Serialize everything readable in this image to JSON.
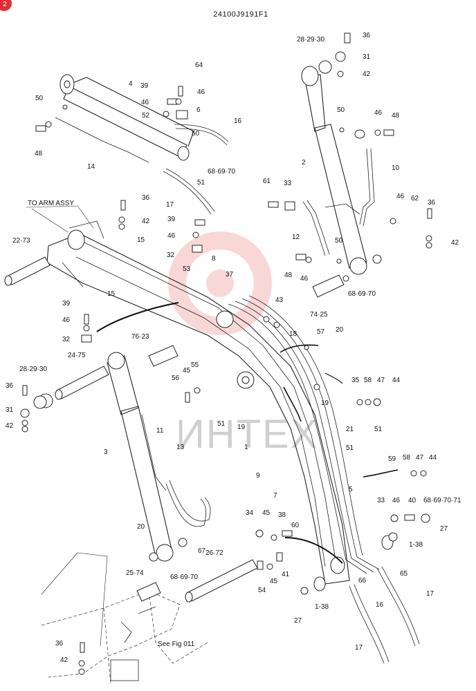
{
  "drawing_number": "24100J9191F1",
  "corner_badge": "2",
  "watermark": "ИНТЕХ",
  "watermark_color": "#f4b7b7",
  "note_to_arm": "TO ARM ASSY",
  "note_see_fig": "See Fig 011",
  "callouts": [
    {
      "id": "c1",
      "text": "28·29·30"
    },
    {
      "id": "c2",
      "text": "36"
    },
    {
      "id": "c3",
      "text": "31"
    },
    {
      "id": "c4",
      "text": "42"
    },
    {
      "id": "c5",
      "text": "4"
    },
    {
      "id": "c6",
      "text": "64"
    },
    {
      "id": "c7",
      "text": "39"
    },
    {
      "id": "c8",
      "text": "46"
    },
    {
      "id": "c9",
      "text": "50"
    },
    {
      "id": "c10",
      "text": "46"
    },
    {
      "id": "c11",
      "text": "6"
    },
    {
      "id": "c12",
      "text": "52"
    },
    {
      "id": "c13",
      "text": "16"
    },
    {
      "id": "c14",
      "text": "50"
    },
    {
      "id": "c15",
      "text": "48"
    },
    {
      "id": "c16",
      "text": "14"
    },
    {
      "id": "c17",
      "text": "68·69·70"
    },
    {
      "id": "c18",
      "text": "51"
    },
    {
      "id": "c19",
      "text": "17"
    },
    {
      "id": "c20",
      "text": "2"
    },
    {
      "id": "c21",
      "text": "50"
    },
    {
      "id": "c22",
      "text": "46"
    },
    {
      "id": "c23",
      "text": "48"
    },
    {
      "id": "c24",
      "text": "10"
    },
    {
      "id": "c25",
      "text": "61"
    },
    {
      "id": "c26",
      "text": "33"
    },
    {
      "id": "c27",
      "text": "46"
    },
    {
      "id": "c28",
      "text": "62"
    },
    {
      "id": "c29",
      "text": "36"
    },
    {
      "id": "c30",
      "text": "12"
    },
    {
      "id": "c31",
      "text": "42"
    },
    {
      "id": "c32",
      "text": "50"
    },
    {
      "id": "c33",
      "text": "48"
    },
    {
      "id": "c34",
      "text": "46"
    },
    {
      "id": "c35",
      "text": "68·69·70"
    },
    {
      "id": "c36",
      "text": "36"
    },
    {
      "id": "c37",
      "text": "42"
    },
    {
      "id": "c38",
      "text": "22·73"
    },
    {
      "id": "c39",
      "text": "15"
    },
    {
      "id": "c40",
      "text": "39"
    },
    {
      "id": "c41",
      "text": "46"
    },
    {
      "id": "c42",
      "text": "32"
    },
    {
      "id": "c43",
      "text": "53"
    },
    {
      "id": "c44",
      "text": "8"
    },
    {
      "id": "c45",
      "text": "37"
    },
    {
      "id": "c46",
      "text": "15"
    },
    {
      "id": "c47",
      "text": "43"
    },
    {
      "id": "c48",
      "text": "74·25"
    },
    {
      "id": "c49",
      "text": "20"
    },
    {
      "id": "c50",
      "text": "39"
    },
    {
      "id": "c51",
      "text": "46"
    },
    {
      "id": "c52",
      "text": "32"
    },
    {
      "id": "c53",
      "text": "76·23"
    },
    {
      "id": "c54",
      "text": "18"
    },
    {
      "id": "c55",
      "text": "57"
    },
    {
      "id": "c56",
      "text": "28·29·30"
    },
    {
      "id": "c57",
      "text": "24·75"
    },
    {
      "id": "c58",
      "text": "55"
    },
    {
      "id": "c59",
      "text": "45"
    },
    {
      "id": "c60",
      "text": "56"
    },
    {
      "id": "c61",
      "text": "19"
    },
    {
      "id": "c62",
      "text": "35"
    },
    {
      "id": "c63",
      "text": "58"
    },
    {
      "id": "c64",
      "text": "47"
    },
    {
      "id": "c65",
      "text": "44"
    },
    {
      "id": "c66",
      "text": "36"
    },
    {
      "id": "c67",
      "text": "31"
    },
    {
      "id": "c68",
      "text": "42"
    },
    {
      "id": "c69",
      "text": "51"
    },
    {
      "id": "c70",
      "text": "19"
    },
    {
      "id": "c71",
      "text": "51"
    },
    {
      "id": "c72",
      "text": "11"
    },
    {
      "id": "c73",
      "text": "3"
    },
    {
      "id": "c74",
      "text": "13"
    },
    {
      "id": "c75",
      "text": "1"
    },
    {
      "id": "c76",
      "text": "21"
    },
    {
      "id": "c77",
      "text": "51"
    },
    {
      "id": "c78",
      "text": "9"
    },
    {
      "id": "c79",
      "text": "59"
    },
    {
      "id": "c80",
      "text": "58"
    },
    {
      "id": "c81",
      "text": "47"
    },
    {
      "id": "c82",
      "text": "44"
    },
    {
      "id": "c83",
      "text": "5"
    },
    {
      "id": "c84",
      "text": "7"
    },
    {
      "id": "c85",
      "text": "33"
    },
    {
      "id": "c86",
      "text": "46"
    },
    {
      "id": "c87",
      "text": "40"
    },
    {
      "id": "c88",
      "text": "68·69·70·71"
    },
    {
      "id": "c89",
      "text": "34"
    },
    {
      "id": "c90",
      "text": "45"
    },
    {
      "id": "c91",
      "text": "38"
    },
    {
      "id": "c92",
      "text": "60"
    },
    {
      "id": "c93",
      "text": "20"
    },
    {
      "id": "c94",
      "text": "27"
    },
    {
      "id": "c95",
      "text": "1-38"
    },
    {
      "id": "c96",
      "text": "67"
    },
    {
      "id": "c97",
      "text": "26·72"
    },
    {
      "id": "c98",
      "text": "68·69·70"
    },
    {
      "id": "c99",
      "text": "25·74"
    },
    {
      "id": "c100",
      "text": "41"
    },
    {
      "id": "c101",
      "text": "54"
    },
    {
      "id": "c102",
      "text": "45"
    },
    {
      "id": "c103",
      "text": "65"
    },
    {
      "id": "c104",
      "text": "66"
    },
    {
      "id": "c105",
      "text": "27"
    },
    {
      "id": "c106",
      "text": "1-38"
    },
    {
      "id": "c107",
      "text": "16"
    },
    {
      "id": "c108",
      "text": "17"
    },
    {
      "id": "c109",
      "text": "17"
    },
    {
      "id": "c110",
      "text": "36"
    },
    {
      "id": "c111",
      "text": "42"
    }
  ]
}
